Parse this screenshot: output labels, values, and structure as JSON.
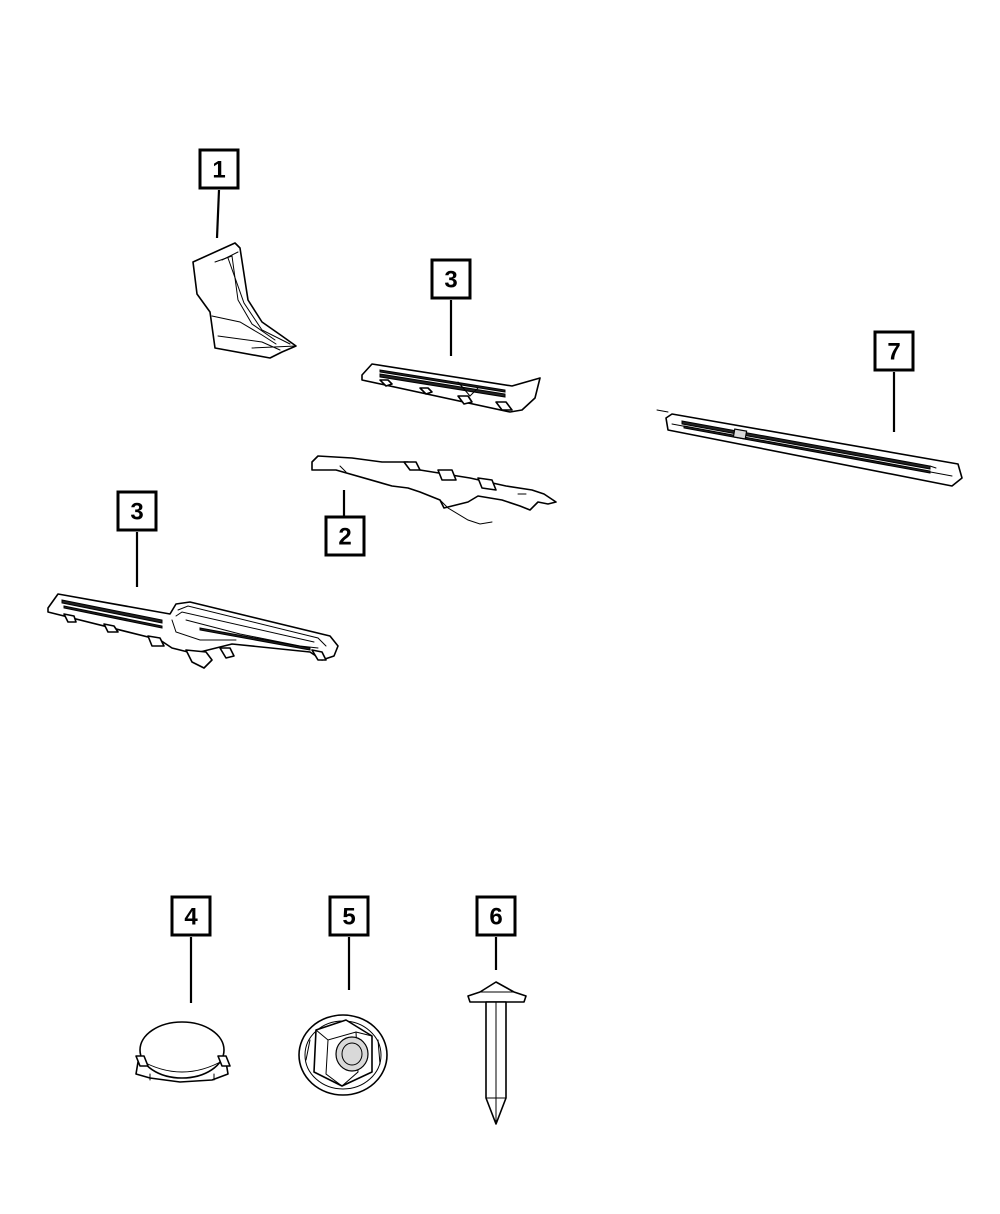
{
  "diagram": {
    "callouts": [
      {
        "id": "c1",
        "label": "1"
      },
      {
        "id": "c3a",
        "label": "3"
      },
      {
        "id": "c7",
        "label": "7"
      },
      {
        "id": "c3b",
        "label": "3"
      },
      {
        "id": "c2",
        "label": "2"
      },
      {
        "id": "c4",
        "label": "4"
      },
      {
        "id": "c5",
        "label": "5"
      },
      {
        "id": "c6",
        "label": "6"
      }
    ]
  },
  "colors": {
    "line": "#000000",
    "background": "#ffffff"
  }
}
